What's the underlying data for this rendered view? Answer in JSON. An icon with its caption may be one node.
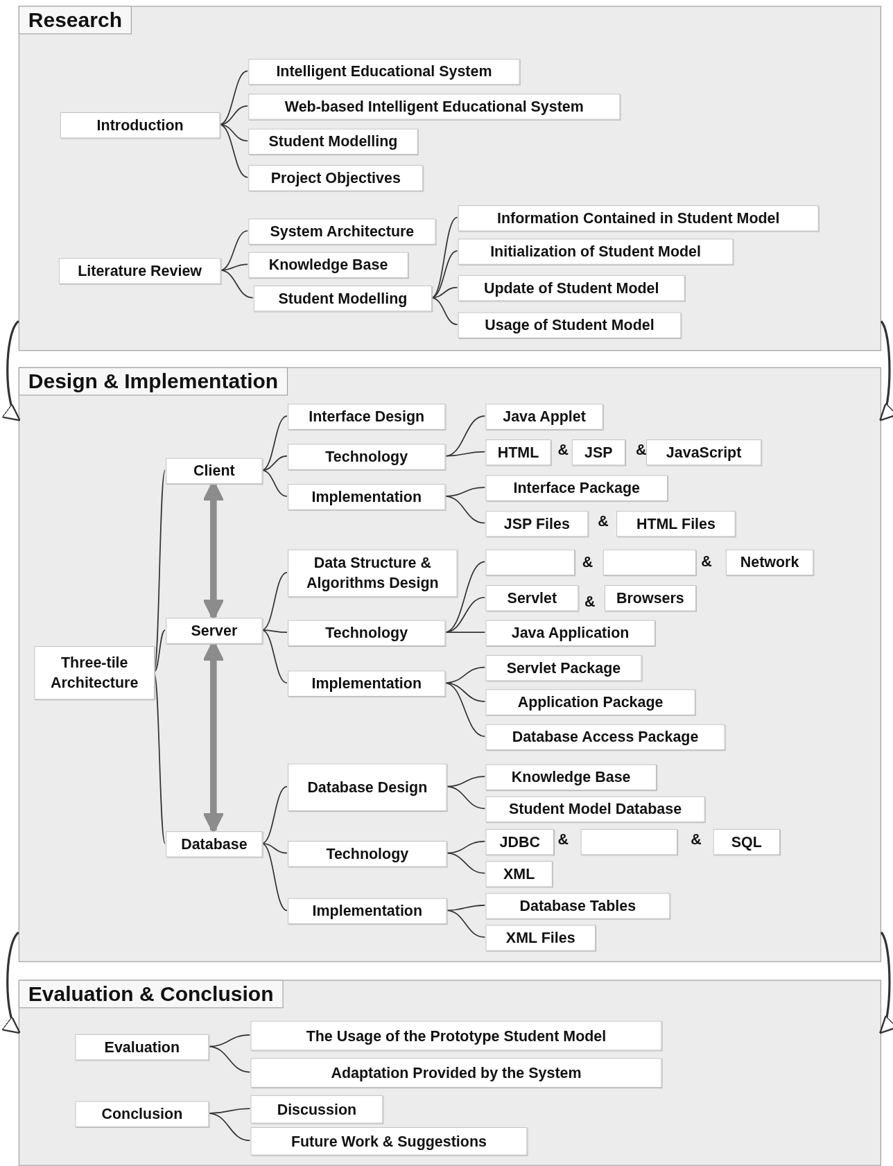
{
  "diagram": {
    "nodes": [
      {
        "text": [
          "Research"
        ]
      },
      {
        "text": [
          "Introduction"
        ],
        "in": 0
      },
      {
        "text": [
          "Intelligent Educational System"
        ],
        "in": 0
      },
      {
        "text": [
          "Web-based Intelligent Educational System"
        ],
        "in": 0
      },
      {
        "text": [
          "Student Modelling"
        ],
        "in": 0
      },
      {
        "text": [
          "Project Objectives"
        ],
        "in": 0
      },
      {
        "text": [
          "Literature Review"
        ],
        "in": 0
      },
      {
        "text": [
          "System Architecture"
        ],
        "in": 0
      },
      {
        "text": [
          "Knowledge Base"
        ],
        "in": 0
      },
      {
        "text": [
          "Student Modelling"
        ],
        "in": 0
      },
      {
        "text": [
          "Information Contained in Student Model"
        ],
        "in": 0
      },
      {
        "text": [
          "Initialization of Student Model"
        ],
        "in": 0
      },
      {
        "text": [
          "Update of Student Model"
        ],
        "in": 0
      },
      {
        "text": [
          "Usage of Student Model"
        ],
        "in": 0
      },
      {
        "text": [
          "Design & Implementation"
        ]
      },
      {
        "text": [
          "Three-tile Architecture"
        ],
        "in": 14
      },
      {
        "text": [
          "Client"
        ],
        "in": 14
      },
      {
        "text": [
          "Server"
        ],
        "in": 14
      },
      {
        "text": [
          "Database"
        ],
        "in": 14
      },
      {
        "text": [
          "Interface Design"
        ],
        "in": 14
      },
      {
        "text": [
          "Technology"
        ],
        "in": 14
      },
      {
        "text": [
          "Implementation"
        ],
        "in": 14
      },
      {
        "text": [
          "Java Applet"
        ],
        "in": 14
      },
      {
        "text": [
          "HTML"
        ],
        "in": 14
      },
      {
        "text": [
          "JSP"
        ],
        "in": 14
      },
      {
        "text": [
          "JavaScript"
        ],
        "in": 14
      },
      {
        "text": [
          "Interface Package"
        ],
        "in": 14
      },
      {
        "text": [
          "JSP Files"
        ],
        "in": 14
      },
      {
        "text": [
          "HTML Files"
        ],
        "in": 14
      },
      {
        "text": [
          "Data Structure & Algorithms Design"
        ],
        "in": 14
      },
      {
        "text": [
          "Technology"
        ],
        "in": 14
      },
      {
        "text": [
          "Implementation"
        ],
        "in": 14
      },
      {
        "text": [],
        "shape": "box",
        "in": 14
      },
      {
        "text": [],
        "shape": "box",
        "in": 14
      },
      {
        "text": [
          "Network"
        ],
        "in": 14
      },
      {
        "text": [
          "Servlet"
        ],
        "in": 14
      },
      {
        "text": [
          "Browsers"
        ],
        "in": 14
      },
      {
        "text": [
          "Java Application"
        ],
        "in": 14
      },
      {
        "text": [
          "Servlet Package"
        ],
        "in": 14
      },
      {
        "text": [
          "Application Package"
        ],
        "in": 14
      },
      {
        "text": [
          "Database Access Package"
        ],
        "in": 14
      },
      {
        "text": [
          "Database Design"
        ],
        "in": 14
      },
      {
        "text": [
          "Technology"
        ],
        "in": 14
      },
      {
        "text": [
          "Implementation"
        ],
        "in": 14
      },
      {
        "text": [
          "Knowledge Base"
        ],
        "in": 14
      },
      {
        "text": [
          "Student Model Database"
        ],
        "in": 14
      },
      {
        "text": [
          "JDBC"
        ],
        "in": 14
      },
      {
        "text": [],
        "shape": "box",
        "in": 14
      },
      {
        "text": [
          "SQL"
        ],
        "in": 14
      },
      {
        "text": [
          "XML"
        ],
        "in": 14
      },
      {
        "text": [
          "Database Tables"
        ],
        "in": 14
      },
      {
        "text": [
          "XML Files"
        ],
        "in": 14
      },
      {
        "text": [
          "Evaluation & Conclusion"
        ]
      },
      {
        "text": [
          "Evaluation"
        ],
        "in": 52
      },
      {
        "text": [
          "The Usage of the Prototype Student Model"
        ],
        "in": 52
      },
      {
        "text": [
          "Adaptation Provided by the System"
        ],
        "in": 52
      },
      {
        "text": [
          "Conclusion"
        ],
        "in": 52
      },
      {
        "text": [
          "Discussion"
        ],
        "in": 52
      },
      {
        "text": [
          "Future Work & Suggestions"
        ],
        "in": 52
      }
    ],
    "edges": [
      {
        "from": 1,
        "to": 2,
        "arrow": "none"
      },
      {
        "from": 1,
        "to": 3,
        "arrow": "none"
      },
      {
        "from": 1,
        "to": 4,
        "arrow": "none"
      },
      {
        "from": 1,
        "to": 5,
        "arrow": "none"
      },
      {
        "from": 6,
        "to": 7,
        "arrow": "none"
      },
      {
        "from": 6,
        "to": 8,
        "arrow": "none"
      },
      {
        "from": 6,
        "to": 9,
        "arrow": "none"
      },
      {
        "from": 9,
        "to": 10,
        "arrow": "none"
      },
      {
        "from": 9,
        "to": 11,
        "arrow": "none"
      },
      {
        "from": 9,
        "to": 12,
        "arrow": "none"
      },
      {
        "from": 9,
        "to": 13,
        "arrow": "none"
      },
      {
        "from": 0,
        "to": 14,
        "arrow": "to"
      },
      {
        "from": 0,
        "to": 14,
        "arrow": "to"
      },
      {
        "from": 15,
        "to": 16,
        "arrow": "none"
      },
      {
        "from": 15,
        "to": 17,
        "arrow": "none"
      },
      {
        "from": 15,
        "to": 18,
        "arrow": "none"
      },
      {
        "from": 16,
        "to": 17,
        "arrow": "both",
        "style": "thick",
        "color": "#8c8c8c"
      },
      {
        "from": 17,
        "to": 18,
        "arrow": "both",
        "style": "thick",
        "color": "#8c8c8c"
      },
      {
        "from": 16,
        "to": 19,
        "arrow": "none"
      },
      {
        "from": 16,
        "to": 20,
        "arrow": "none"
      },
      {
        "from": 16,
        "to": 21,
        "arrow": "none"
      },
      {
        "from": 20,
        "to": 22,
        "arrow": "none"
      },
      {
        "from": 20,
        "to": 23,
        "arrow": "none"
      },
      {
        "from": 21,
        "to": 26,
        "arrow": "none"
      },
      {
        "from": 21,
        "to": 27,
        "arrow": "none"
      },
      {
        "from": 17,
        "to": 29,
        "arrow": "none"
      },
      {
        "from": 17,
        "to": 30,
        "arrow": "none"
      },
      {
        "from": 17,
        "to": 31,
        "arrow": "none"
      },
      {
        "from": 30,
        "to": 32,
        "arrow": "none"
      },
      {
        "from": 30,
        "to": 35,
        "arrow": "none"
      },
      {
        "from": 30,
        "to": 37,
        "arrow": "none"
      },
      {
        "from": 31,
        "to": 38,
        "arrow": "none"
      },
      {
        "from": 31,
        "to": 39,
        "arrow": "none"
      },
      {
        "from": 31,
        "to": 40,
        "arrow": "none"
      },
      {
        "from": 18,
        "to": 41,
        "arrow": "none"
      },
      {
        "from": 18,
        "to": 42,
        "arrow": "none"
      },
      {
        "from": 18,
        "to": 43,
        "arrow": "none"
      },
      {
        "from": 41,
        "to": 44,
        "arrow": "none"
      },
      {
        "from": 41,
        "to": 45,
        "arrow": "none"
      },
      {
        "from": 42,
        "to": 46,
        "arrow": "none"
      },
      {
        "from": 42,
        "to": 49,
        "arrow": "none"
      },
      {
        "from": 43,
        "to": 50,
        "arrow": "none"
      },
      {
        "from": 43,
        "to": 51,
        "arrow": "none"
      },
      {
        "from": 14,
        "to": 52,
        "arrow": "to"
      },
      {
        "from": 14,
        "to": 52,
        "arrow": "to"
      },
      {
        "from": 53,
        "to": 54,
        "arrow": "none"
      },
      {
        "from": 53,
        "to": 55,
        "arrow": "none"
      },
      {
        "from": 56,
        "to": 57,
        "arrow": "none"
      },
      {
        "from": 56,
        "to": 58,
        "arrow": "none"
      }
    ],
    "labels": [
      "&",
      "&",
      "&",
      "&",
      "&",
      "&",
      "&",
      "&"
    ]
  }
}
